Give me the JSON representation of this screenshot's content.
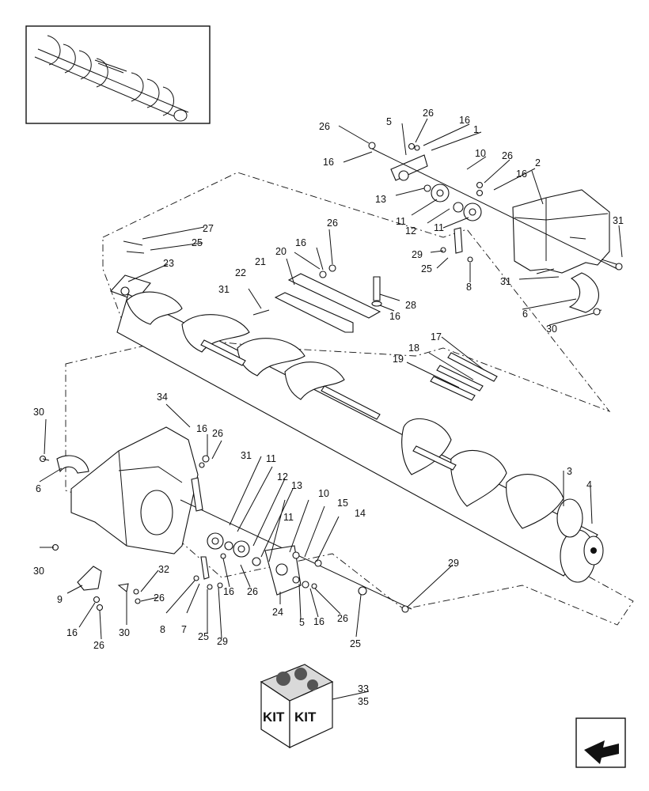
{
  "diagram": {
    "callouts": [
      "1",
      "2",
      "3",
      "4",
      "5",
      "6",
      "7",
      "8",
      "9",
      "10",
      "11",
      "12",
      "13",
      "14",
      "15",
      "16",
      "17",
      "18",
      "19",
      "20",
      "21",
      "22",
      "23",
      "24",
      "25",
      "26",
      "27",
      "28",
      "29",
      "30",
      "31",
      "32",
      "33",
      "34",
      "35"
    ],
    "kit_label": "KIT",
    "kit_refs": [
      "33",
      "35"
    ]
  },
  "icons": {
    "nav_arrow": "back-arrow-icon",
    "kit_box": "kit-box-icon"
  }
}
